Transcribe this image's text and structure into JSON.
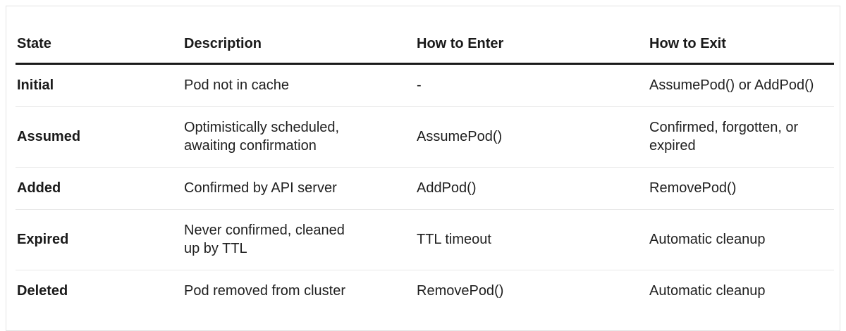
{
  "table": {
    "columns": [
      {
        "label": "State"
      },
      {
        "label": "Description"
      },
      {
        "label": "How to Enter"
      },
      {
        "label": "How to Exit"
      }
    ],
    "rows": [
      {
        "state": "Initial",
        "description": "Pod not in cache",
        "enter": "-",
        "exit": "AssumePod() or AddPod()"
      },
      {
        "state": "Assumed",
        "description": "Optimistically scheduled, awaiting confirmation",
        "enter": "AssumePod()",
        "exit": "Confirmed, forgotten, or expired"
      },
      {
        "state": "Added",
        "description": "Confirmed by API server",
        "enter": "AddPod()",
        "exit": "RemovePod()"
      },
      {
        "state": "Expired",
        "description": "Never confirmed, cleaned up by TTL",
        "enter": "TTL timeout",
        "exit": "Automatic cleanup"
      },
      {
        "state": "Deleted",
        "description": "Pod removed from cluster",
        "enter": "RemovePod()",
        "exit": "Automatic cleanup"
      }
    ]
  },
  "chart_data": {
    "type": "table",
    "title": "",
    "columns": [
      "State",
      "Description",
      "How to Enter",
      "How to Exit"
    ],
    "rows": [
      [
        "Initial",
        "Pod not in cache",
        "-",
        "AssumePod() or AddPod()"
      ],
      [
        "Assumed",
        "Optimistically scheduled, awaiting confirmation",
        "AssumePod()",
        "Confirmed, forgotten, or expired"
      ],
      [
        "Added",
        "Confirmed by API server",
        "AddPod()",
        "RemovePod()"
      ],
      [
        "Expired",
        "Never confirmed, cleaned up by TTL",
        "TTL timeout",
        "Automatic cleanup"
      ],
      [
        "Deleted",
        "Pod removed from cluster",
        "RemovePod()",
        "Automatic cleanup"
      ]
    ]
  },
  "colors": {
    "background": "#ffffff",
    "frame_border": "#e3e3e3",
    "header_rule": "#1a1a1a",
    "row_divider": "#e9e9e9",
    "text": "#1f1f1f"
  }
}
